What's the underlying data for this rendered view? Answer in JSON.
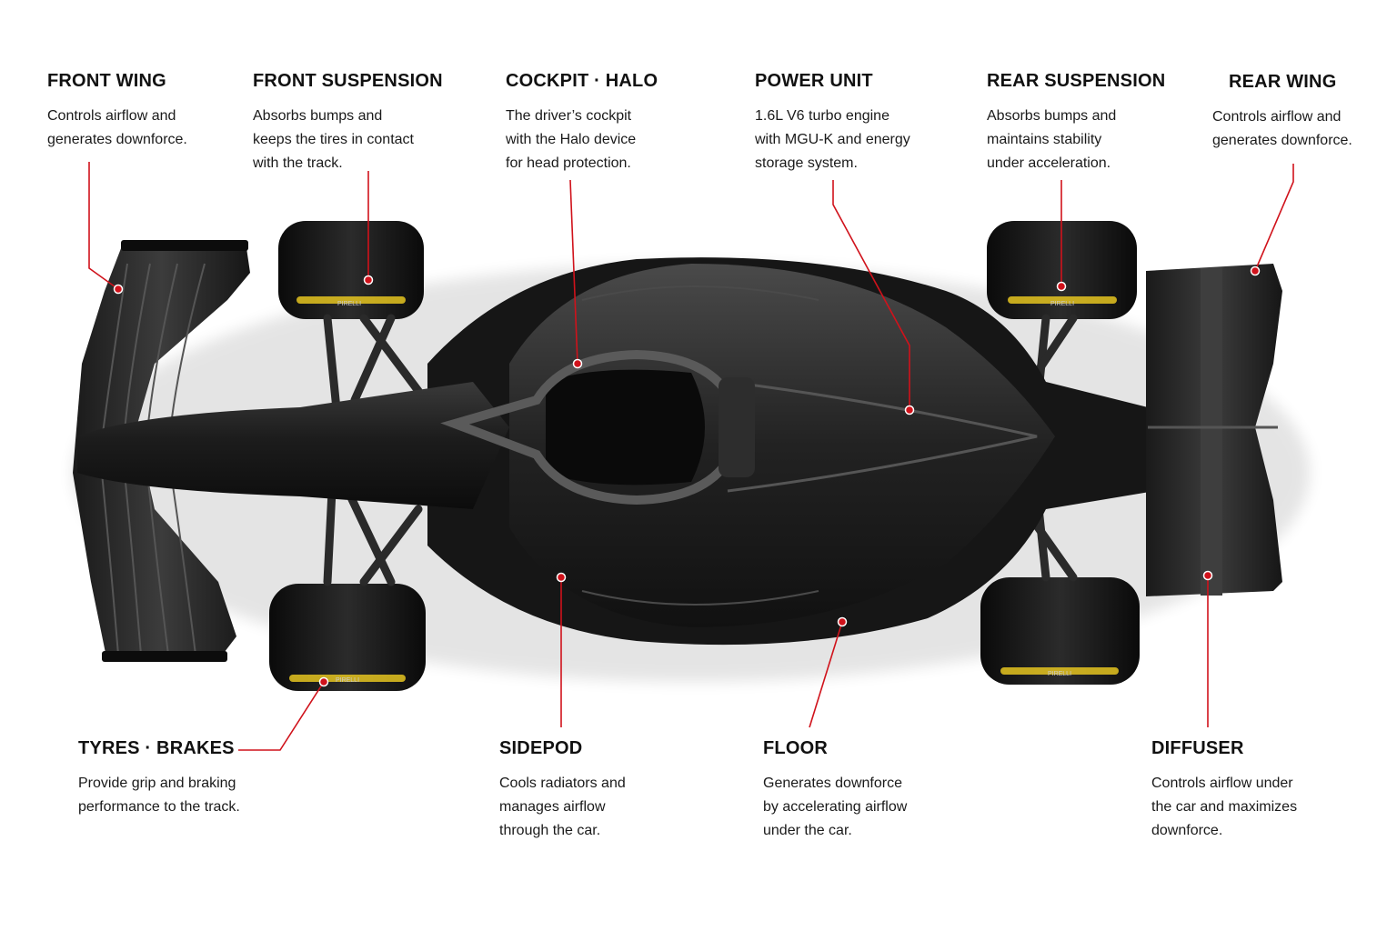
{
  "colors": {
    "leader": "#d0121b",
    "car_dark": "#141414",
    "car_mid": "#2a2a2a",
    "tyre_mark": "#e5c420"
  },
  "tyre_brand": "PIRELLI",
  "components": [
    {
      "id": "front-wing",
      "title": "FRONT WING",
      "description": "Controls airflow and\ngenerates downforce."
    },
    {
      "id": "front-suspension",
      "title": "FRONT SUSPENSION",
      "description": "Absorbs bumps and\nkeeps the tires in contact\nwith the track."
    },
    {
      "id": "cockpit-halo",
      "title": "COCKPIT · HALO",
      "description": "The driver’s cockpit\nwith the Halo device\nfor head protection."
    },
    {
      "id": "power-unit",
      "title": "POWER UNIT",
      "description": "1.6L V6 turbo engine\nwith MGU-K and energy\nstorage system."
    },
    {
      "id": "rear-suspension",
      "title": "REAR SUSPENSION",
      "description": "Absorbs bumps and\nmaintains stability\nunder acceleration."
    },
    {
      "id": "rear-wing",
      "title": "REAR WING",
      "description": "Controls airflow and\ngenerates downforce."
    },
    {
      "id": "tyres-brakes",
      "title": "TYRES · BRAKES",
      "description": "Provide grip and braking\nperformance to the track."
    },
    {
      "id": "sidepod",
      "title": "SIDEPOD",
      "description": "Cools radiators and\nmanages airflow\nthrough the car."
    },
    {
      "id": "floor",
      "title": "FLOOR",
      "description": "Generates downforce\nby accelerating airflow\nunder the car."
    },
    {
      "id": "diffuser",
      "title": "DIFFUSER",
      "description": "Controls airflow under\nthe car and maximizes\ndownforce."
    }
  ]
}
